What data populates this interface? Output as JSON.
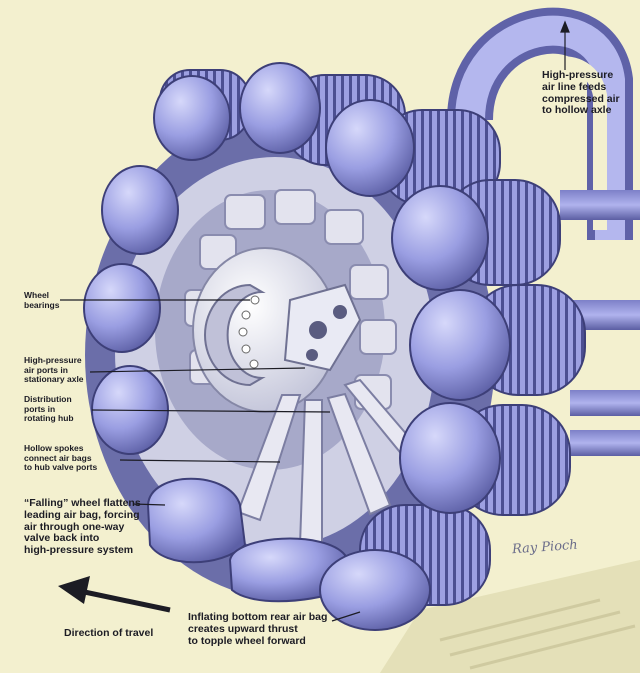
{
  "labels": {
    "air_line": "High-pressure\nair line feeds\ncompressed air\nto hollow axle",
    "wheel_bearings": "Wheel\nbearings",
    "air_ports": "High-pressure\nair ports in\nstationary axle",
    "distribution_ports": "Distribution\nports in\nrotating hub",
    "hollow_spokes": "Hollow spokes\nconnect air bags\nto hub valve ports",
    "falling_wheel": "“Falling” wheel flattens\nleading air bag, forcing\nair through one-way\nvalve back into\nhigh-pressure system",
    "direction": "Direction of travel",
    "inflating_bag": "Inflating bottom rear air bag\ncreates upward thrust\nto topple wheel forward"
  },
  "signature": "Ray Pioch",
  "colors": {
    "background": "#f3f0cf",
    "air_bag": "#8f93dc",
    "air_bag_light": "#c3c6f4",
    "hub": "#e9e9f0",
    "pipe": "#9a9cd2",
    "text": "#1c1c24"
  }
}
